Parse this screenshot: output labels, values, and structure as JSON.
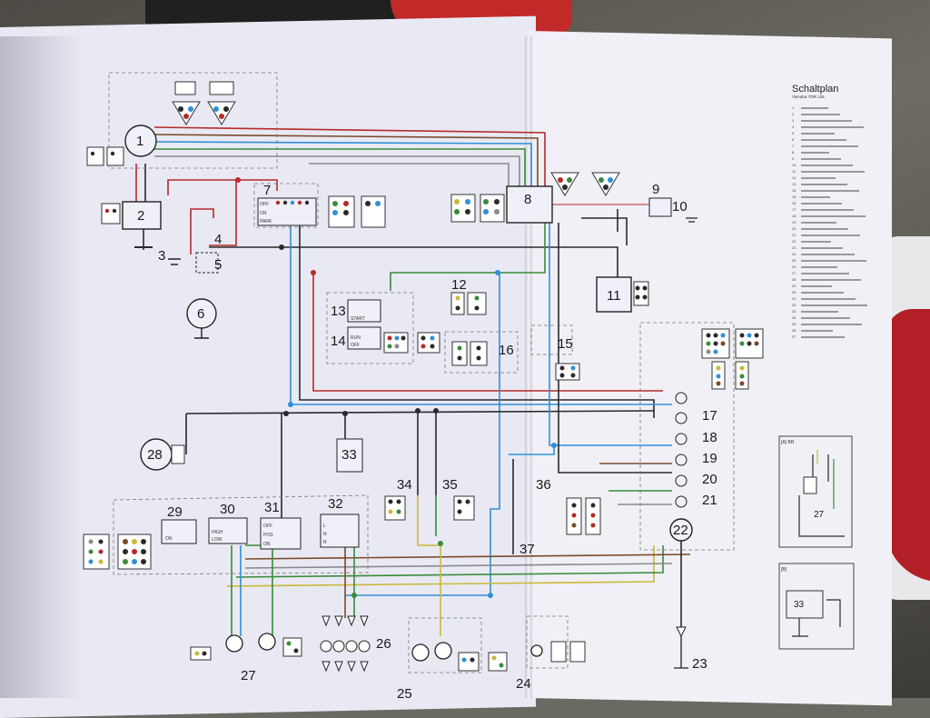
{
  "legend": {
    "title": "Schaltplan",
    "subtitle": "Yamaha TDR 125",
    "items": [
      "1",
      "2",
      "3",
      "4",
      "5",
      "6",
      "7",
      "8",
      "9",
      "10",
      "11",
      "12",
      "13",
      "14",
      "15",
      "16",
      "17",
      "18",
      "19",
      "20",
      "21",
      "22",
      "23",
      "24",
      "25",
      "26",
      "27",
      "28",
      "29",
      "30",
      "31",
      "32",
      "33",
      "34",
      "35",
      "36",
      "37"
    ]
  },
  "components": {
    "c1": "1",
    "c2": "2",
    "c3": "3",
    "c4": "4",
    "c5": "5",
    "c6": "6",
    "c7": "7",
    "c8": "8",
    "c9": "9",
    "c10": "10",
    "c11": "11",
    "c12": "12",
    "c13": "13",
    "c14": "14",
    "c15": "15",
    "c16": "16",
    "c17": "17",
    "c18": "18",
    "c19": "19",
    "c20": "20",
    "c21": "21",
    "c22": "22",
    "c23": "23",
    "c24": "24",
    "c25": "25",
    "c26": "26",
    "c27": "27",
    "c28": "28",
    "c29": "29",
    "c30": "30",
    "c31": "31",
    "c32": "32",
    "c33": "33",
    "c34": "34",
    "c35": "35",
    "c36": "36",
    "c37": "37",
    "c27b": "27",
    "c33b": "33"
  },
  "switch_labels": {
    "main_off": "OFF",
    "main_on": "ON",
    "main_park": "PARK",
    "start": "START",
    "run": "RUN",
    "stop_off": "OFF",
    "horn_on": "ON",
    "high": "HIGH",
    "low": "LOW",
    "light_off": "OFF",
    "light_pos": "POS",
    "light_on": "ON",
    "turn_l": "L",
    "turn_n": "N",
    "turn_r": "R"
  },
  "inset_labels": {
    "a": "[A] BR",
    "b": "[B]"
  },
  "colors": {
    "wire_red": "#b52a2a",
    "wire_blue": "#2f8fd8",
    "wire_black": "#2a2a2a",
    "wire_green": "#3a8a3a",
    "wire_yellow": "#c9b93a",
    "wire_brown": "#7a4a2a",
    "wire_gray": "#8a8a8a"
  }
}
